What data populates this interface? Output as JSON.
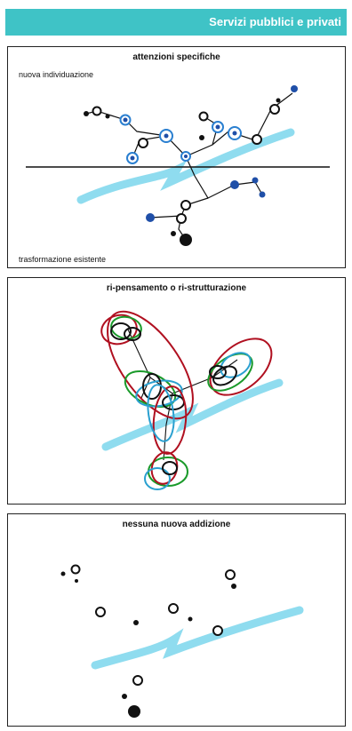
{
  "header": {
    "title": "Servizi pubblici e privati"
  },
  "panels": [
    {
      "title": "attenzioni specifiche",
      "top_note": "nuova individuazione",
      "bottom_note": "trasformazione esistente"
    },
    {
      "title": "ri-pensamento o ri-strutturazione"
    },
    {
      "title": "nessuna nuova addizione"
    }
  ],
  "colors": {
    "header": "#3fc3c6",
    "river": "#8fdcef",
    "node_blue": "#1f4fa8",
    "ellipse_red": "#b01020",
    "ellipse_green": "#1a9a2a",
    "ellipse_blue": "#2aa0d0"
  }
}
